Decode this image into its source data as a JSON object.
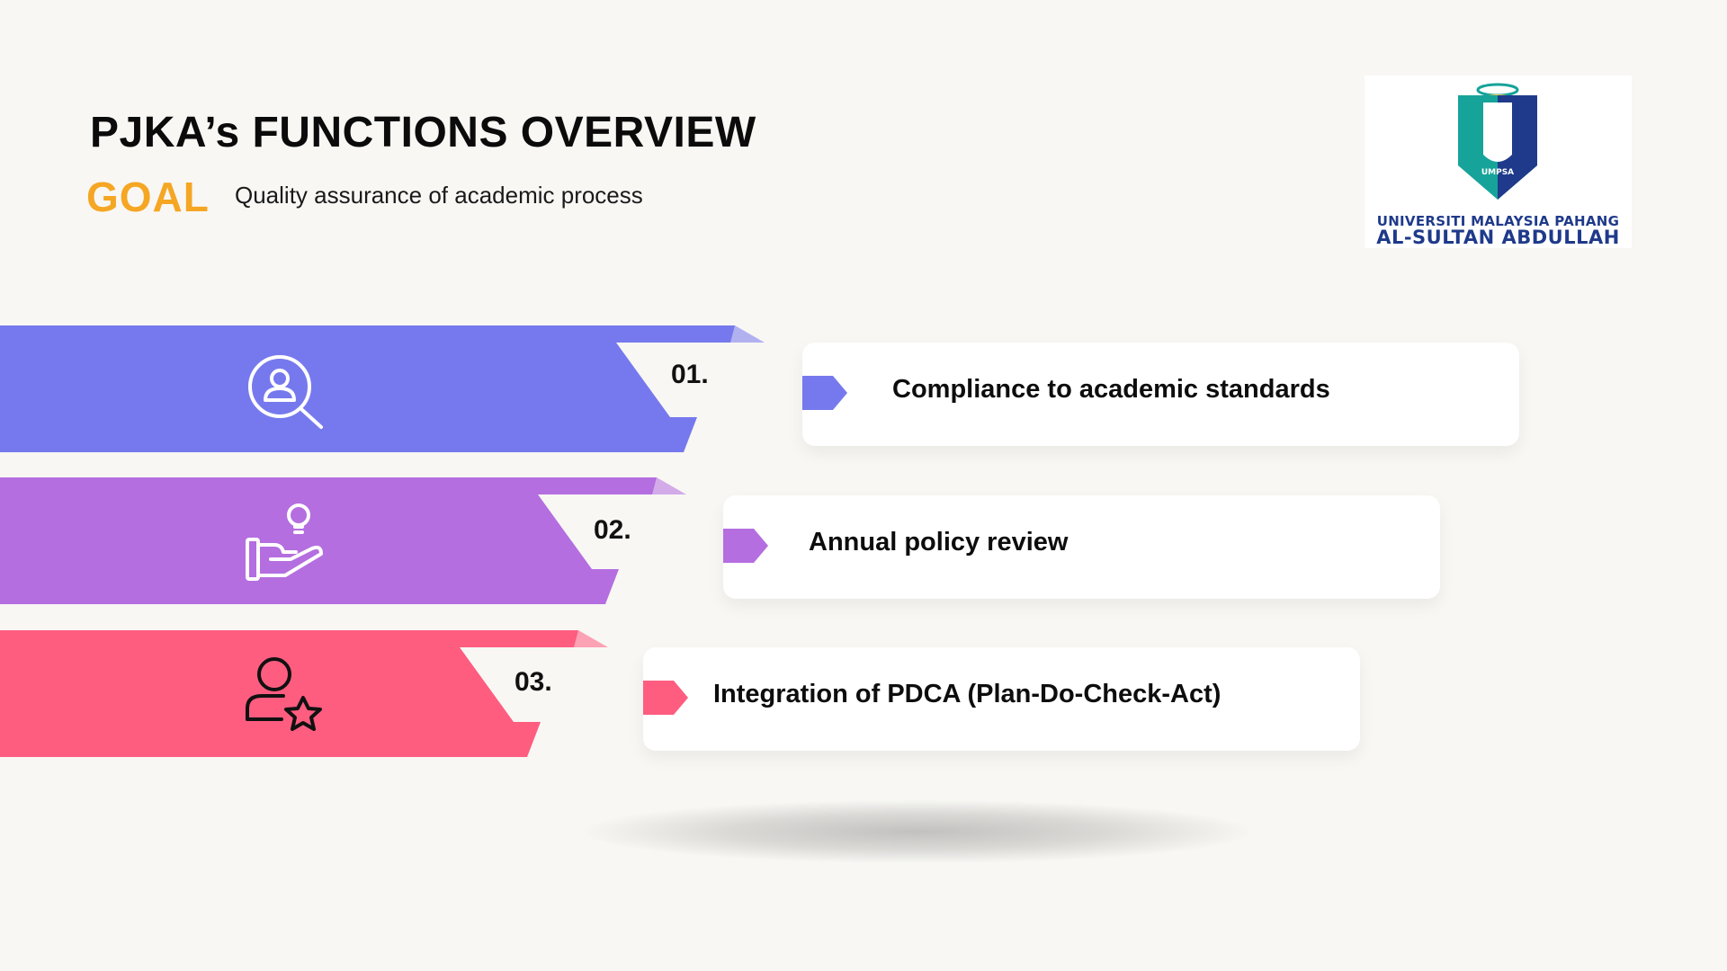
{
  "header": {
    "title": "PJKA’s FUNCTIONS OVERVIEW",
    "goal_label": "GOAL",
    "goal_text": "Quality assurance of academic process"
  },
  "logo": {
    "line1": "UNIVERSITI MALAYSIA PAHANG",
    "line2": "AL-SULTAN ABDULLAH",
    "badge": "UMPSA"
  },
  "functions": [
    {
      "number": "01.",
      "text": "Compliance to academic standards",
      "color": "#7679ed",
      "icon": "user-search-icon"
    },
    {
      "number": "02.",
      "text": "Annual policy review",
      "color": "#b46ee0",
      "icon": "hand-lightbulb-icon"
    },
    {
      "number": "03.",
      "text": "Integration of PDCA (Plan-Do-Check-Act)",
      "color": "#fe5d80",
      "icon": "user-star-icon"
    }
  ],
  "colors": {
    "background": "#f8f7f4",
    "goal": "#f5a623",
    "logo_blue": "#1f3a8a",
    "logo_teal": "#16a39a"
  }
}
